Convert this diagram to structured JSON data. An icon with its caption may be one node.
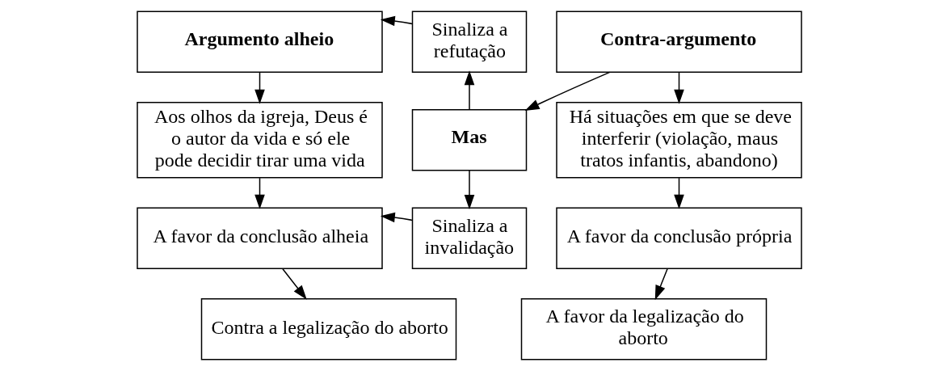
{
  "diagram": {
    "nodes": [
      {
        "text": [
          "Argumento alheio"
        ]
      },
      {
        "text": [
          "Sinaliza a refutação"
        ]
      },
      {
        "text": [
          "Contra-argumento"
        ]
      },
      {
        "text": [
          "Aos olhos da igreja, Deus é o autor da vida e só ele pode decidir tirar uma vida"
        ]
      },
      {
        "text": [
          "Mas"
        ]
      },
      {
        "text": [
          "Há situações em que se deve interferir (violação, maus tratos infantis, abandono)"
        ]
      },
      {
        "text": [
          "A favor da conclusão alheia"
        ]
      },
      {
        "text": [
          "Sinaliza a invalidação"
        ]
      },
      {
        "text": [
          "A favor da conclusão própria"
        ]
      },
      {
        "text": [
          "Contra a legalização do aborto"
        ]
      },
      {
        "text": [
          "A favor da legalização do aborto"
        ]
      }
    ],
    "edges": [
      {
        "from": 1,
        "to": 0,
        "arrow": "to"
      },
      {
        "from": 0,
        "to": 3,
        "arrow": "to"
      },
      {
        "from": 4,
        "to": 1,
        "arrow": "to"
      },
      {
        "from": 2,
        "to": 4,
        "arrow": "to"
      },
      {
        "from": 2,
        "to": 5,
        "arrow": "to"
      },
      {
        "from": 3,
        "to": 6,
        "arrow": "to"
      },
      {
        "from": 4,
        "to": 7,
        "arrow": "to"
      },
      {
        "from": 7,
        "to": 6,
        "arrow": "to"
      },
      {
        "from": 5,
        "to": 8,
        "arrow": "to"
      },
      {
        "from": 6,
        "to": 9,
        "arrow": "to"
      },
      {
        "from": 8,
        "to": 10,
        "arrow": "to"
      }
    ]
  }
}
